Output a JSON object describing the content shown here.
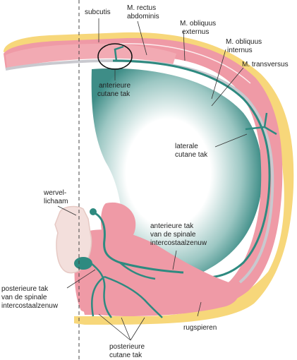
{
  "labels": {
    "subcutis": "subcutis",
    "rectus_1": "M. rectus",
    "rectus_2": "abdominis",
    "obl_ext_1": "M. obliquus",
    "obl_ext_2": "externus",
    "obl_int_1": "M. obliquus",
    "obl_int_2": "internus",
    "transversus": "M. transversus",
    "ant_cut_1": "anterieure",
    "ant_cut_2": "cutane tak",
    "lat_cut_1": "laterale",
    "lat_cut_2": "cutane tak",
    "wervel_1": "wervel-",
    "wervel_2": "lichaam",
    "ant_tak_1": "anterieure tak",
    "ant_tak_2": "van de spinale",
    "ant_tak_3": "intercostaalzenuw",
    "post_tak_1": "posterieure tak",
    "post_tak_2": "van de spinale",
    "post_tak_3": "intercostaalzenuw",
    "rugspieren": "rugspieren",
    "post_cut_1": "posterieure",
    "post_cut_2": "cutane tak"
  },
  "colors": {
    "skin_yellow": "#f7d77a",
    "muscle_pink": "#ef9aa6",
    "muscle_light": "#f6c2c8",
    "fascia_gray": "#c9c9cf",
    "nerve_teal": "#2e8a80",
    "cavity_teal": "#3e8d87",
    "bone": "#f3dfdc"
  }
}
